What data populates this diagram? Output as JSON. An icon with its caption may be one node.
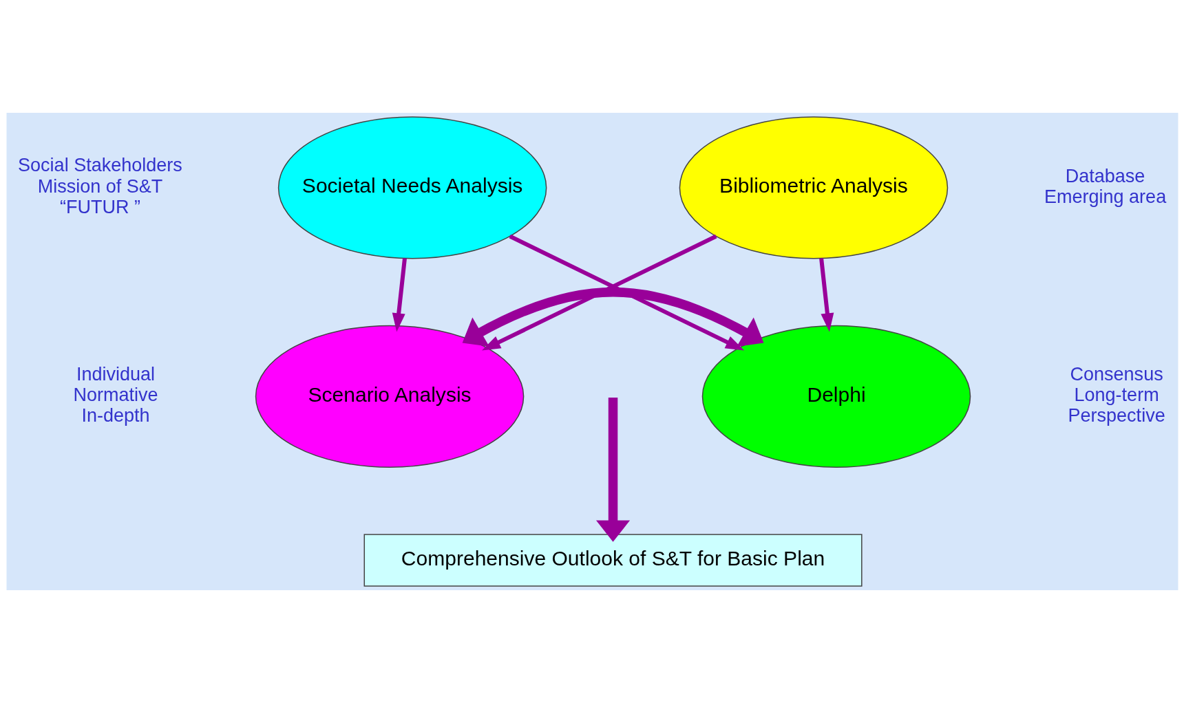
{
  "diagram": {
    "nodes": [
      {
        "text": [
          "Societal Needs Analysis"
        ],
        "beside": [
          "Social Stakeholders",
          "Mission of S&T",
          "“FUTUR ”"
        ]
      },
      {
        "text": [
          "Bibliometric Analysis"
        ],
        "beside": [
          "Database",
          "Emerging area"
        ]
      },
      {
        "text": [
          "Scenario Analysis"
        ],
        "beside": [
          "Individual",
          "Normative",
          "In-depth"
        ]
      },
      {
        "text": [
          "Delphi"
        ],
        "beside": [
          "Consensus",
          "Long-term",
          "Perspective"
        ]
      },
      {
        "text": [
          "Comprehensive Outlook of S&T for Basic Plan"
        ]
      }
    ],
    "edges": [
      {
        "from": 0,
        "to": 2,
        "arrow": "to"
      },
      {
        "from": 0,
        "to": 3,
        "arrow": "to"
      },
      {
        "from": 1,
        "to": 2,
        "arrow": "to"
      },
      {
        "from": 1,
        "to": 3,
        "arrow": "to"
      },
      {
        "from": 2,
        "to": 3,
        "arrow": "both",
        "style": "thick"
      },
      {
        "from": null,
        "to": 4,
        "arrow": "to",
        "style": "thick"
      }
    ]
  }
}
